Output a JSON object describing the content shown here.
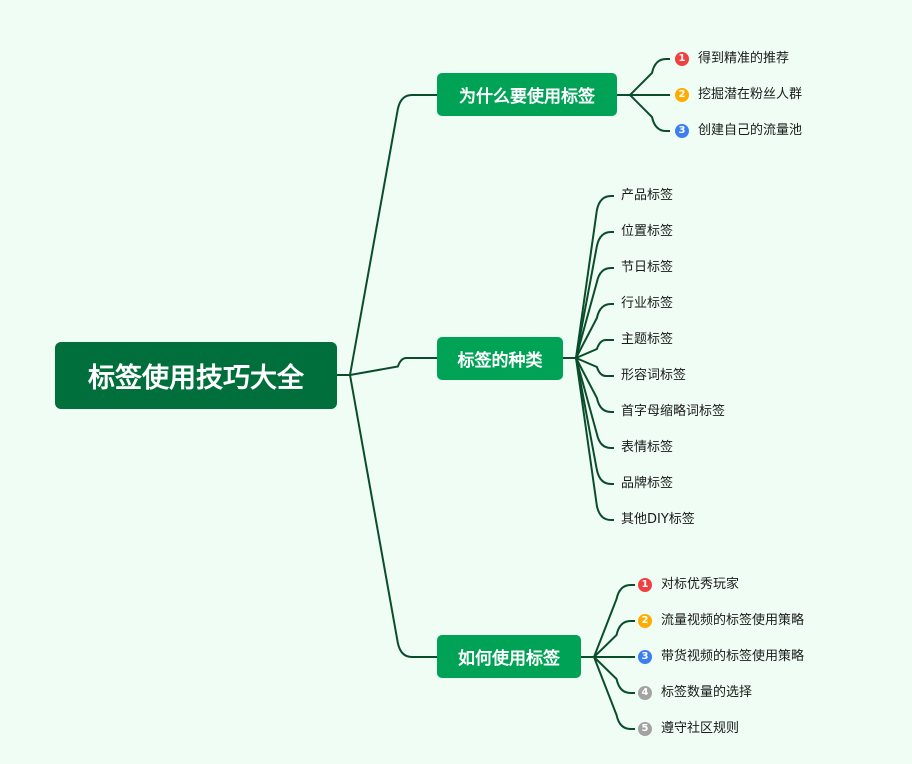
{
  "root": {
    "label": "标签使用技巧大全"
  },
  "colors": {
    "line": "#0b4d2a",
    "root_bg": "#006f3c",
    "branch_bg": "#00a356",
    "badge_red": "#f04040",
    "badge_orange": "#ffab00",
    "badge_blue": "#3d7ff0",
    "badge_gray": "#a3a3a3"
  },
  "branches": [
    {
      "label": "为什么要使用标签",
      "items": [
        {
          "badge": "1",
          "badge_color": "#f04040",
          "label": "得到精准的推荐"
        },
        {
          "badge": "2",
          "badge_color": "#ffab00",
          "label": "挖掘潜在粉丝人群"
        },
        {
          "badge": "3",
          "badge_color": "#3d7ff0",
          "label": "创建自己的流量池"
        }
      ]
    },
    {
      "label": "标签的种类",
      "items": [
        {
          "label": "产品标签"
        },
        {
          "label": "位置标签"
        },
        {
          "label": "节日标签"
        },
        {
          "label": "行业标签"
        },
        {
          "label": "主题标签"
        },
        {
          "label": "形容词标签"
        },
        {
          "label": "首字母缩略词标签"
        },
        {
          "label": "表情标签"
        },
        {
          "label": "品牌标签"
        },
        {
          "label": "其他DIY标签"
        }
      ]
    },
    {
      "label": "如何使用标签",
      "items": [
        {
          "badge": "1",
          "badge_color": "#f04040",
          "label": "对标优秀玩家"
        },
        {
          "badge": "2",
          "badge_color": "#ffab00",
          "label": "流量视频的标签使用策略"
        },
        {
          "badge": "3",
          "badge_color": "#3d7ff0",
          "label": "带货视频的标签使用策略"
        },
        {
          "badge": "4",
          "badge_color": "#a3a3a3",
          "label": "标签数量的选择"
        },
        {
          "badge": "5",
          "badge_color": "#a3a3a3",
          "label": "遵守社区规则"
        }
      ]
    }
  ]
}
